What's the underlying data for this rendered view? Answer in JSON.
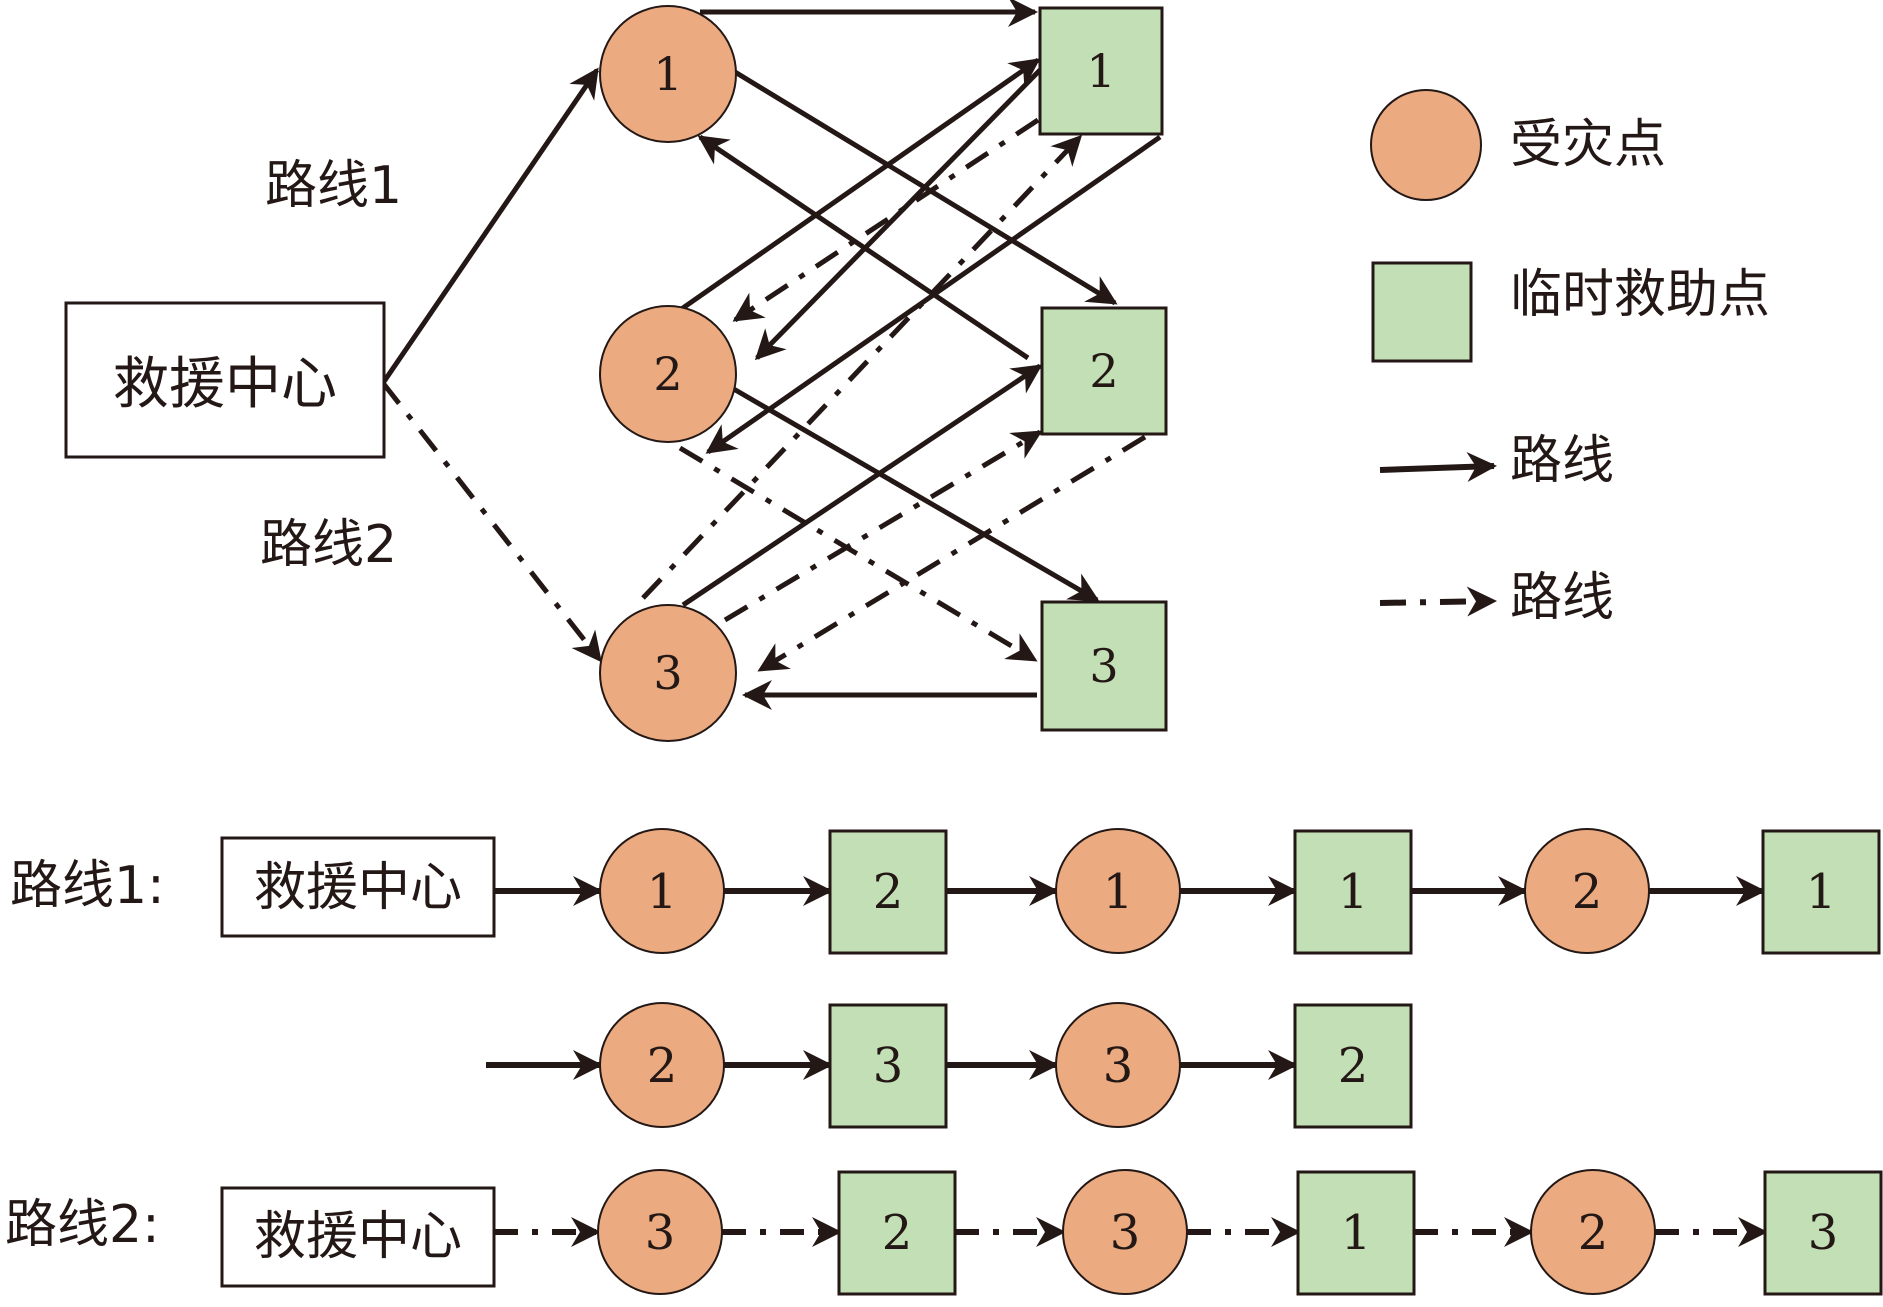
{
  "center_label": "救援中心",
  "network": {
    "route1_label": "路线1",
    "route2_label": "路线2",
    "disaster_points": [
      "1",
      "2",
      "3"
    ],
    "aid_points": [
      "1",
      "2",
      "3"
    ]
  },
  "legend": {
    "disaster": "受灾点",
    "aid": "临时救助点",
    "route_solid": "路线",
    "route_dashdot": "路线"
  },
  "sequences": {
    "route1_label": "路线1:",
    "route2_label": "路线2:",
    "route1_row1": [
      "1",
      "2",
      "1",
      "1",
      "2",
      "1"
    ],
    "route1_row2": [
      "2",
      "3",
      "3",
      "2"
    ],
    "route2": [
      "3",
      "2",
      "3",
      "1",
      "2",
      "3"
    ]
  },
  "colors": {
    "disaster_fill": "#EBAA80",
    "aid_fill": "#C3DFB5",
    "stroke": "#231815"
  }
}
